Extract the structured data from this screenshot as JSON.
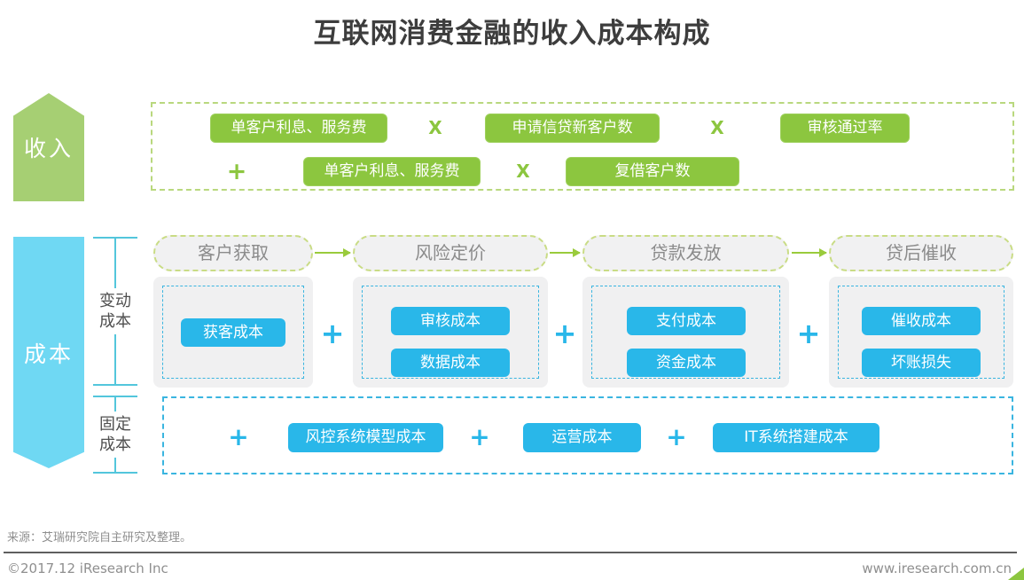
{
  "title": "互联网消费金融的收入成本构成",
  "colors": {
    "green": "#8cc63f",
    "green_arrow": "#a6cf73",
    "blue_button": "#29b7e9",
    "blue_arrow": "#6fd8f3",
    "teal_line": "#53c6dc",
    "card_gray": "#f0f0f1"
  },
  "revenue": {
    "arrow_label": "收入",
    "ops": {
      "multiply": "X",
      "plus": "+"
    },
    "row1": [
      "单客户利息、服务费",
      "申请信贷新客户数",
      "审核通过率"
    ],
    "row2": [
      "单客户利息、服务费",
      "复借客户数"
    ]
  },
  "cost": {
    "arrow_label": "成本",
    "variable_label": "变动成本",
    "fixed_label": "固定成本",
    "ops": {
      "plus": "+"
    },
    "stages": [
      {
        "header": "客户获取",
        "items": [
          "获客成本"
        ]
      },
      {
        "header": "风险定价",
        "items": [
          "审核成本",
          "数据成本"
        ]
      },
      {
        "header": "贷款发放",
        "items": [
          "支付成本",
          "资金成本"
        ]
      },
      {
        "header": "贷后催收",
        "items": [
          "催收成本",
          "坏账损失"
        ]
      }
    ],
    "fixed_items": [
      "风控系统模型成本",
      "运营成本",
      "IT系统搭建成本"
    ]
  },
  "footer": {
    "source": "来源：艾瑞研究院自主研究及整理。",
    "copyright": "©2017.12 iResearch Inc",
    "website": "www.iresearch.com.cn"
  }
}
